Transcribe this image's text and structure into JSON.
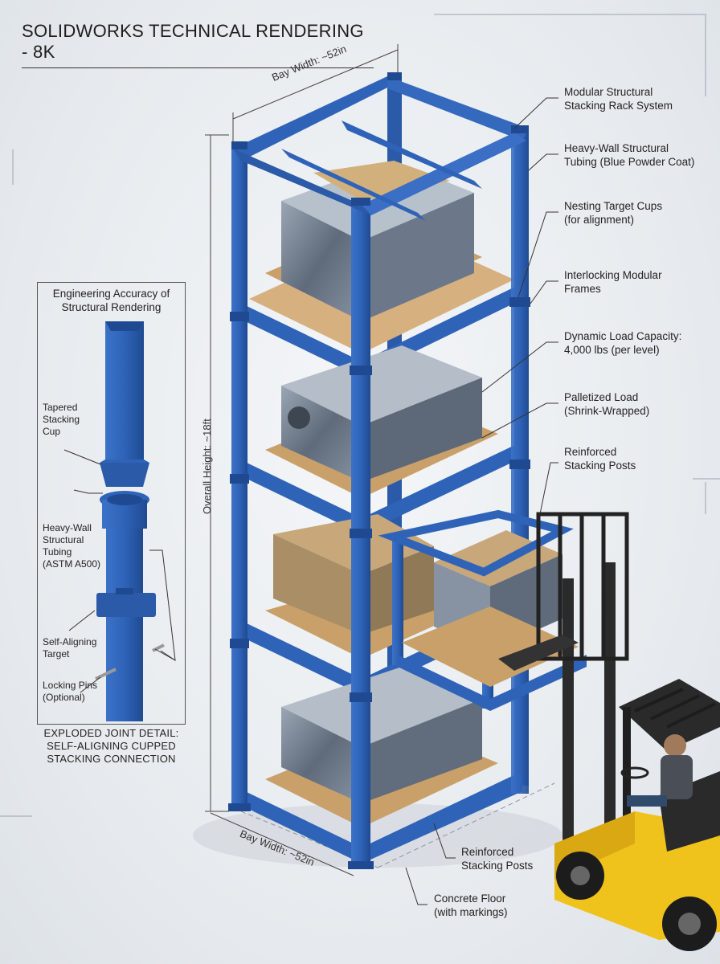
{
  "title": "SOLIDWORKS TECHNICAL RENDERING - 8K",
  "dimensions": {
    "bay_width_top": "Bay Width: ~52in",
    "overall_height": "Overall Height: ~18ft",
    "bay_width_bottom": "Bay Width: ~52in"
  },
  "callouts": [
    "Modular Structural\nStacking Rack System",
    "Heavy-Wall Structural\nTubing (Blue Powder Coat)",
    "Nesting Target Cups\n(for alignment)",
    "Interlocking Modular\nFrames",
    "Dynamic Load Capacity:\n4,000 lbs (per level)",
    "Palletized Load\n(Shrink-Wrapped)",
    "Reinforced\nStacking Posts",
    "Reinforced\nStacking Posts",
    "Concrete Floor\n(with markings)"
  ],
  "inset": {
    "title": "Engineering Accuracy of\nStructural Rendering",
    "labels": [
      "Tapered\nStacking\nCup",
      "Heavy-Wall\nStructural\nTubing\n(ASTM A500)",
      "Self-Aligning\nTarget",
      "Locking Pins\n(Optional)"
    ],
    "caption": "EXPLODED JOINT DETAIL:\nSELF-ALIGNING CUPPED\nSTACKING CONNECTION"
  },
  "colors": {
    "rack_blue": "#2f63b8",
    "rack_blue_dark": "#1f4a91",
    "pallet_wood": "#c9a06a",
    "forklift_yellow": "#f0c21c",
    "box_cardboard": "#c8a77a"
  }
}
